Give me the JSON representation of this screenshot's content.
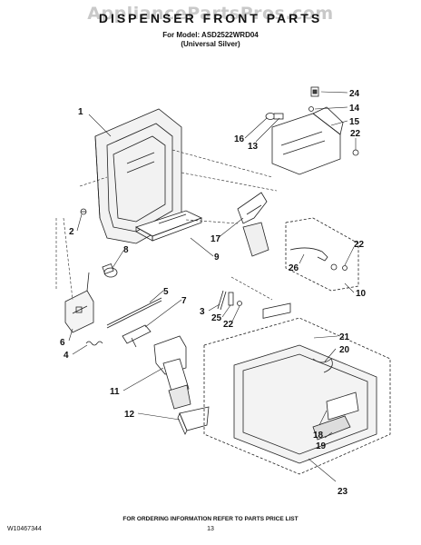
{
  "watermark": "AppliancePartsPros.com",
  "title": "DISPENSER FRONT PARTS",
  "model_line": "For Model: ASD2522WRD04",
  "variant_line": "(Universal Silver)",
  "callouts": {
    "c1": "1",
    "c2": "2",
    "c3": "3",
    "c4": "4",
    "c5": "5",
    "c6": "6",
    "c7": "7",
    "c8": "8",
    "c9": "9",
    "c10": "10",
    "c11": "11",
    "c12": "12",
    "c13": "13",
    "c14": "14",
    "c15": "15",
    "c16": "16",
    "c17": "17",
    "c18": "18",
    "c19": "19",
    "c20": "20",
    "c21": "21",
    "c22a": "22",
    "c22b": "22",
    "c22c": "22",
    "c23": "23",
    "c24": "24",
    "c25": "25",
    "c26": "26"
  },
  "footer": {
    "doc_number": "W10467344",
    "ordering_note": "FOR ORDERING INFORMATION REFER TO PARTS PRICE LIST",
    "page": "13"
  }
}
